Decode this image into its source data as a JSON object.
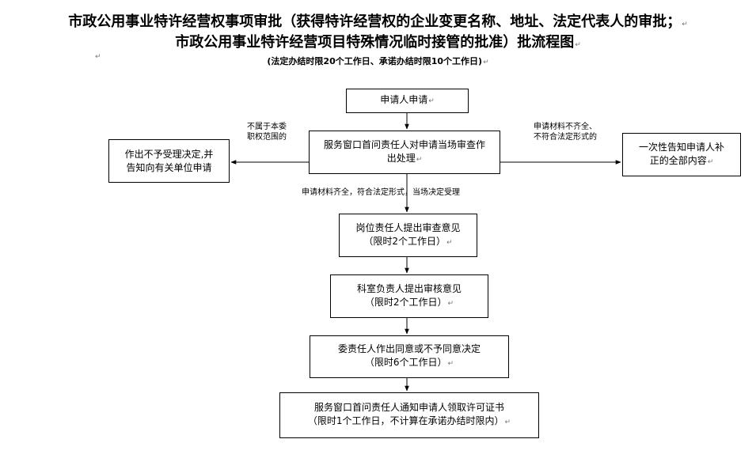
{
  "title": {
    "line1": "市政公用事业特许经营权事项审批（获得特许经营权的企业变更名称、地址、法定代表人的审批；",
    "line2": "市政公用事业特许经营项目特殊情况临时接管的批准）批流程图",
    "subtitle": "(法定办结时限20个工作日、承诺办结时限10个工作日)"
  },
  "para_mark": "↵",
  "nodes": {
    "apply": "申请人申请",
    "window_review": [
      "服务窗口首问责任人对申请当场审查作",
      "出处理"
    ],
    "reject": [
      "作出不予受理决定,并",
      "告知向有关单位申请"
    ],
    "notify_once": [
      "一次性告知申请人补",
      "正的全部内容"
    ],
    "post_review": [
      "岗位责任人提出审查意见",
      "（限时2个工作日）"
    ],
    "section_review": [
      "科室负责人提出审核意见",
      "（限时2个工作日）"
    ],
    "committee_decision": [
      "委责任人作出同意或不予同意决定",
      "（限时6个工作日）"
    ],
    "notify_permit": [
      "服务窗口首问责任人通知申请人领取许可证书",
      "（限时1个工作日，不计算在承诺办结时限内）"
    ]
  },
  "edge_labels": {
    "not_in_scope": [
      "不属于本委",
      "职权范围的"
    ],
    "incomplete": [
      "申请材料不齐全、",
      "不符合法定形式的"
    ],
    "complete": "申请材料齐全，符合法定形式，当场决定受理"
  }
}
